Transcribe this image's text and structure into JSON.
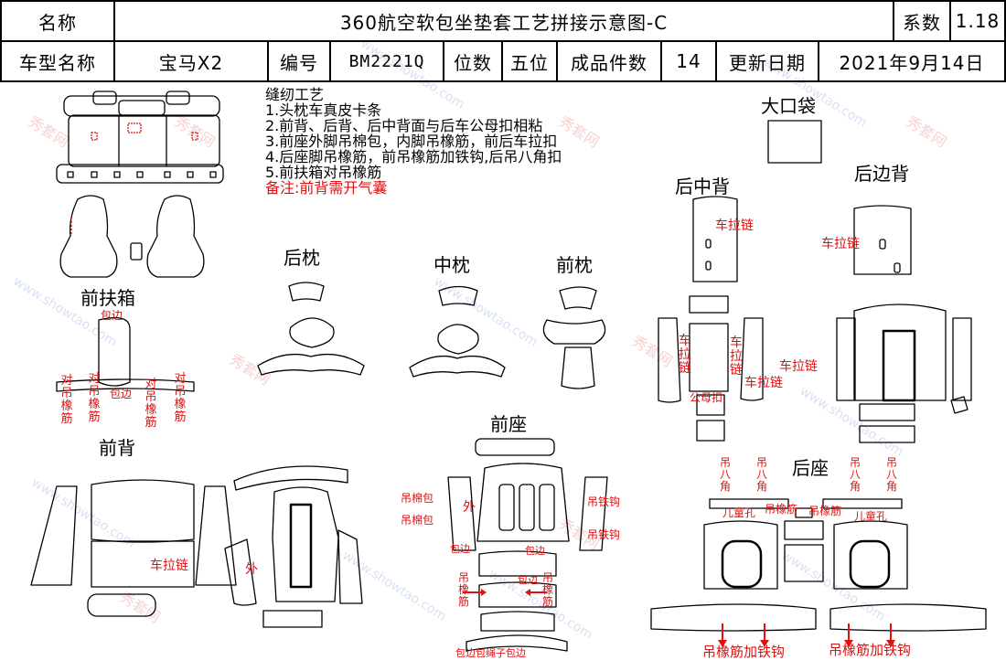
{
  "header": {
    "name_label": "名称",
    "title": "360航空软包坐垫套工艺拼接示意图-C",
    "coef_label": "系数",
    "coef_value": "1.18",
    "car_label": "车型名称",
    "car_value": "宝马X2",
    "code_label": "编号",
    "code_value": "BM2221Q",
    "seats_label": "位数",
    "seats_value": "五位",
    "pieces_label": "成品件数",
    "pieces_value": "14",
    "date_label": "更新日期",
    "date_value": "2021年9月14日"
  },
  "process": {
    "heading": "缝纫工艺",
    "steps": [
      "1.头枕车真皮卡条",
      "2.前背、后背、后中背面与后车公母扣相粘",
      "3.前座外脚吊棉包，内脚吊橡筋，前后车拉扣",
      "4.后座脚吊橡筋，前吊橡筋加铁钩,后吊八角扣",
      "5.前扶箱对吊橡筋"
    ],
    "note": "备注:前背需开气囊"
  },
  "sections": {
    "front_armrest": "前扶箱",
    "rear_headrest": "后枕",
    "mid_headrest": "中枕",
    "front_headrest": "前枕",
    "big_pocket": "大口袋",
    "rear_mid_back": "后中背",
    "rear_side_back": "后边背",
    "front_back": "前背",
    "front_seat": "前座",
    "rear_seat": "后座"
  },
  "annotations": {
    "edge": "包边",
    "pair_elastic": "对吊橡筋",
    "zipper": "车拉链",
    "outer": "外",
    "cotton_pack": "吊棉包",
    "iron_hook": "吊铁钩",
    "elastic": "吊橡筋",
    "snap": "公母扣",
    "octagon": "吊八角",
    "child_hole": "儿童孔",
    "elastic_short": "吊橡筋",
    "elastic_hook": "吊橡筋加铁钩",
    "rope_edge": "包边包绳子包边"
  },
  "watermark": {
    "url": "www.showtao.com",
    "brand": "秀套网"
  },
  "colors": {
    "line": "#000000",
    "accent": "#e01010",
    "watermark": "#c8d4ee"
  }
}
